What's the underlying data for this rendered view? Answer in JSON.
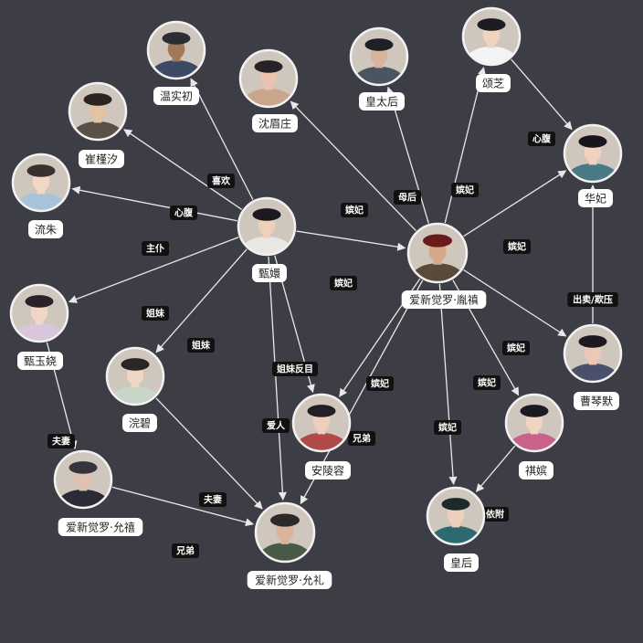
{
  "diagram": {
    "nodes": [
      {
        "id": "wenshichu",
        "label": "温实初",
        "face": "#a07a58",
        "hat": "#2c2c34",
        "cloth": "#3c4a66"
      },
      {
        "id": "shenmeizhuang",
        "label": "沈眉庄",
        "face": "#e9c3ad",
        "hat": "#262228",
        "cloth": "#c9a58c"
      },
      {
        "id": "huangtaihou",
        "label": "皇太后",
        "face": "#d8b49c",
        "hat": "#1f1f26",
        "cloth": "#4b5560"
      },
      {
        "id": "songzhi",
        "label": "颂芝",
        "face": "#efd4c0",
        "hat": "#1c1c22",
        "cloth": "#f4f4f4"
      },
      {
        "id": "cuiyinxi",
        "label": "崔槿汐",
        "face": "#e4c2a4",
        "hat": "#2b2420",
        "cloth": "#5a5048"
      },
      {
        "id": "huafei",
        "label": "华妃",
        "face": "#f1d2bd",
        "hat": "#16161c",
        "cloth": "#4a7a86"
      },
      {
        "id": "liuzhu",
        "label": "流朱",
        "face": "#f2d8c4",
        "hat": "#3a3030",
        "cloth": "#a9c4d8"
      },
      {
        "id": "zhenhuan",
        "label": "甄嬛",
        "face": "#efd0bb",
        "hat": "#1d1a1f",
        "cloth": "#e9e6e4"
      },
      {
        "id": "yongzheng",
        "label": "爱新觉罗·胤禛",
        "face": "#d4a98a",
        "hat": "#6a1a1a",
        "cloth": "#5a4a3a"
      },
      {
        "id": "zhenyurao",
        "label": "甄玉娆",
        "face": "#f0d6c4",
        "hat": "#2a2226",
        "cloth": "#d9c6dc"
      },
      {
        "id": "huanbi",
        "label": "浣碧",
        "face": "#efd6c2",
        "hat": "#2a2626",
        "cloth": "#c7d6c8"
      },
      {
        "id": "caoqinmo",
        "label": "曹琴默",
        "face": "#ecc9b4",
        "hat": "#1c1a20",
        "cloth": "#4a506a"
      },
      {
        "id": "anlingrong",
        "label": "安陵容",
        "face": "#efcdb8",
        "hat": "#231f24",
        "cloth": "#b04a4a"
      },
      {
        "id": "qibin",
        "label": "祺嫔",
        "face": "#f1d4c2",
        "hat": "#1b1a20",
        "cloth": "#c9628a"
      },
      {
        "id": "yunxi",
        "label": "爱新觉罗·允禧",
        "face": "#e0c2b0",
        "hat": "#35353e",
        "cloth": "#2b2b38"
      },
      {
        "id": "yunli",
        "label": "爱新觉罗·允礼",
        "face": "#d9b49a",
        "hat": "#2a2a2a",
        "cloth": "#4a5a48"
      },
      {
        "id": "huanghou",
        "label": "皇后",
        "face": "#edcfbc",
        "hat": "#1b2a2a",
        "cloth": "#2d6a70"
      }
    ],
    "edges": [
      {
        "from": "zhenhuan",
        "to": "wenshichu",
        "label": "喜欢"
      },
      {
        "from": "zhenhuan",
        "to": "cuiyinxi",
        "label": "心腹"
      },
      {
        "from": "zhenhuan",
        "to": "liuzhu",
        "label": "主仆"
      },
      {
        "from": "yongzheng",
        "to": "shenmeizhuang",
        "label": "嫔妃"
      },
      {
        "from": "yongzheng",
        "to": "huangtaihou",
        "label": "母后"
      },
      {
        "from": "yongzheng",
        "to": "songzhi",
        "label": "嫔妃"
      },
      {
        "from": "songzhi",
        "to": "huafei",
        "label": "心腹"
      },
      {
        "from": "yongzheng",
        "to": "huafei",
        "label": "嫔妃"
      },
      {
        "from": "zhenhuan",
        "to": "yongzheng",
        "label": "嫔妃"
      },
      {
        "from": "zhenhuan",
        "to": "zhenyurao",
        "label": "姐妹"
      },
      {
        "from": "zhenhuan",
        "to": "huanbi",
        "label": "姐妹"
      },
      {
        "from": "zhenhuan",
        "to": "anlingrong",
        "label": "姐妹反目"
      },
      {
        "from": "zhenhuan",
        "to": "yunli",
        "label": "爱人"
      },
      {
        "from": "caoqinmo",
        "to": "huafei",
        "label": "出卖/欺压"
      },
      {
        "from": "yongzheng",
        "to": "caoqinmo",
        "label": "嫔妃"
      },
      {
        "from": "yongzheng",
        "to": "anlingrong",
        "label": "嫔妃"
      },
      {
        "from": "yongzheng",
        "to": "qibin",
        "label": "嫔妃"
      },
      {
        "from": "yongzheng",
        "to": "huanghou",
        "label": "嫔妃"
      },
      {
        "from": "yongzheng",
        "to": "yunli",
        "label": "兄弟"
      },
      {
        "from": "qibin",
        "to": "huanghou",
        "label": "依附"
      },
      {
        "from": "zhenyurao",
        "to": "yunxi",
        "label": "夫妻"
      },
      {
        "from": "huanbi",
        "to": "yunli",
        "label": "夫妻"
      },
      {
        "from": "yunxi",
        "to": "yunli",
        "label": "兄弟"
      }
    ]
  }
}
